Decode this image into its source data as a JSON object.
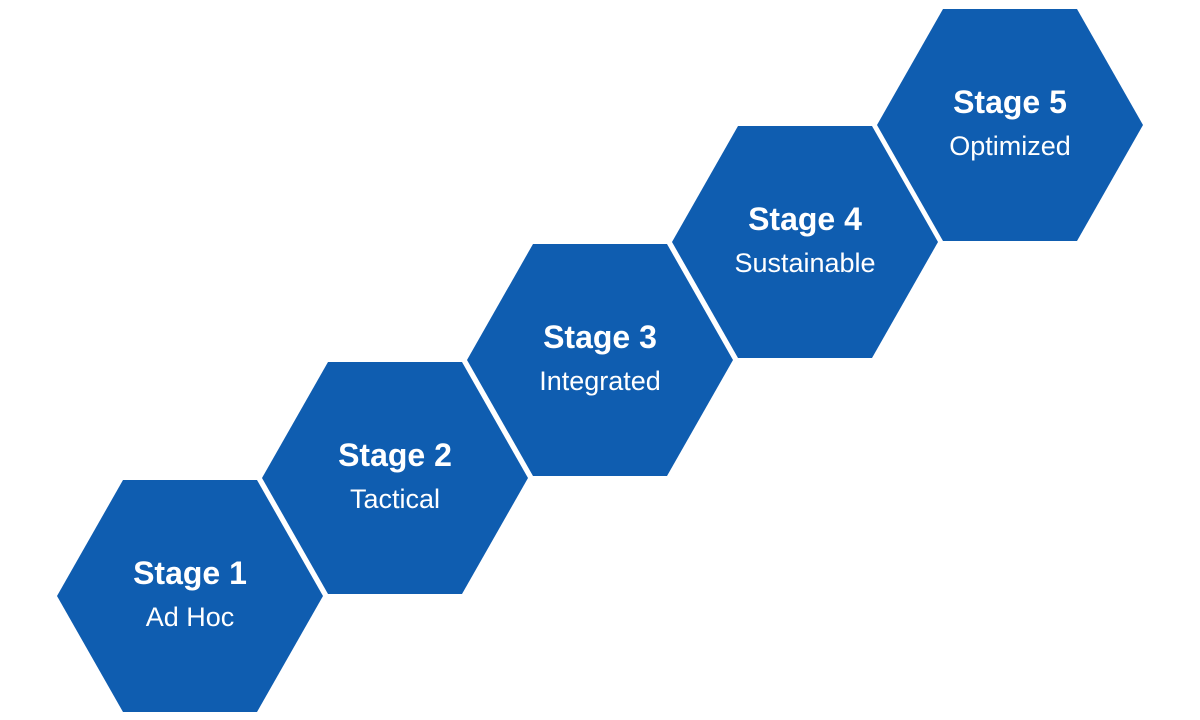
{
  "colors": {
    "hexagon_fill": "#0f5db0",
    "text": "#ffffff",
    "background": "#ffffff"
  },
  "stages": [
    {
      "title": "Stage 1",
      "subtitle": "Ad Hoc"
    },
    {
      "title": "Stage 2",
      "subtitle": "Tactical"
    },
    {
      "title": "Stage 3",
      "subtitle": "Integrated"
    },
    {
      "title": "Stage 4",
      "subtitle": "Sustainable"
    },
    {
      "title": "Stage 5",
      "subtitle": "Optimized"
    }
  ]
}
